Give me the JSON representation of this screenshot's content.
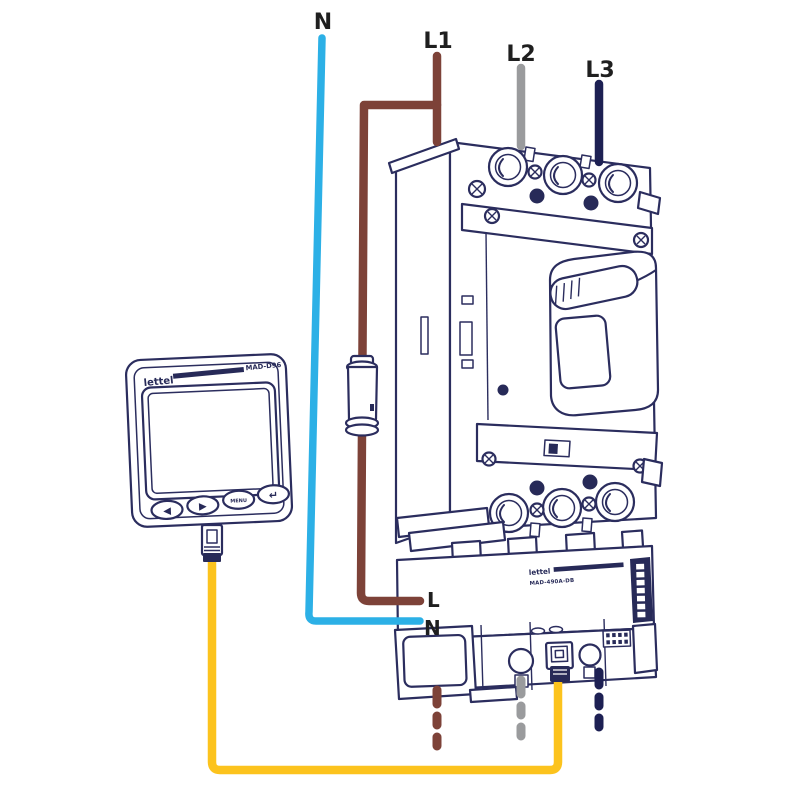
{
  "labels": {
    "neutral_top": "N",
    "line1": "L1",
    "line2": "L2",
    "line3": "L3",
    "line_mid": "L",
    "neutral_mid": "N"
  },
  "display_unit": {
    "brand": "lettel",
    "model": "MAD-D96",
    "buttons": [
      {
        "name": "previous",
        "glyph": "◀"
      },
      {
        "name": "next",
        "glyph": "▶"
      },
      {
        "name": "menu",
        "glyph": "MENU"
      },
      {
        "name": "enter",
        "glyph": "↵"
      }
    ]
  },
  "module_unit": {
    "brand": "lettel",
    "model": "MAD-490A-DB"
  },
  "wire_colors": {
    "neutral": "#2cb0e6",
    "line1": "#7d4238",
    "line2": "#9a9b9d",
    "line3": "#1d2053",
    "comm_cable": "#fcc31d",
    "outline": "#2b2d5e",
    "label_text": "#1f1f1f"
  }
}
